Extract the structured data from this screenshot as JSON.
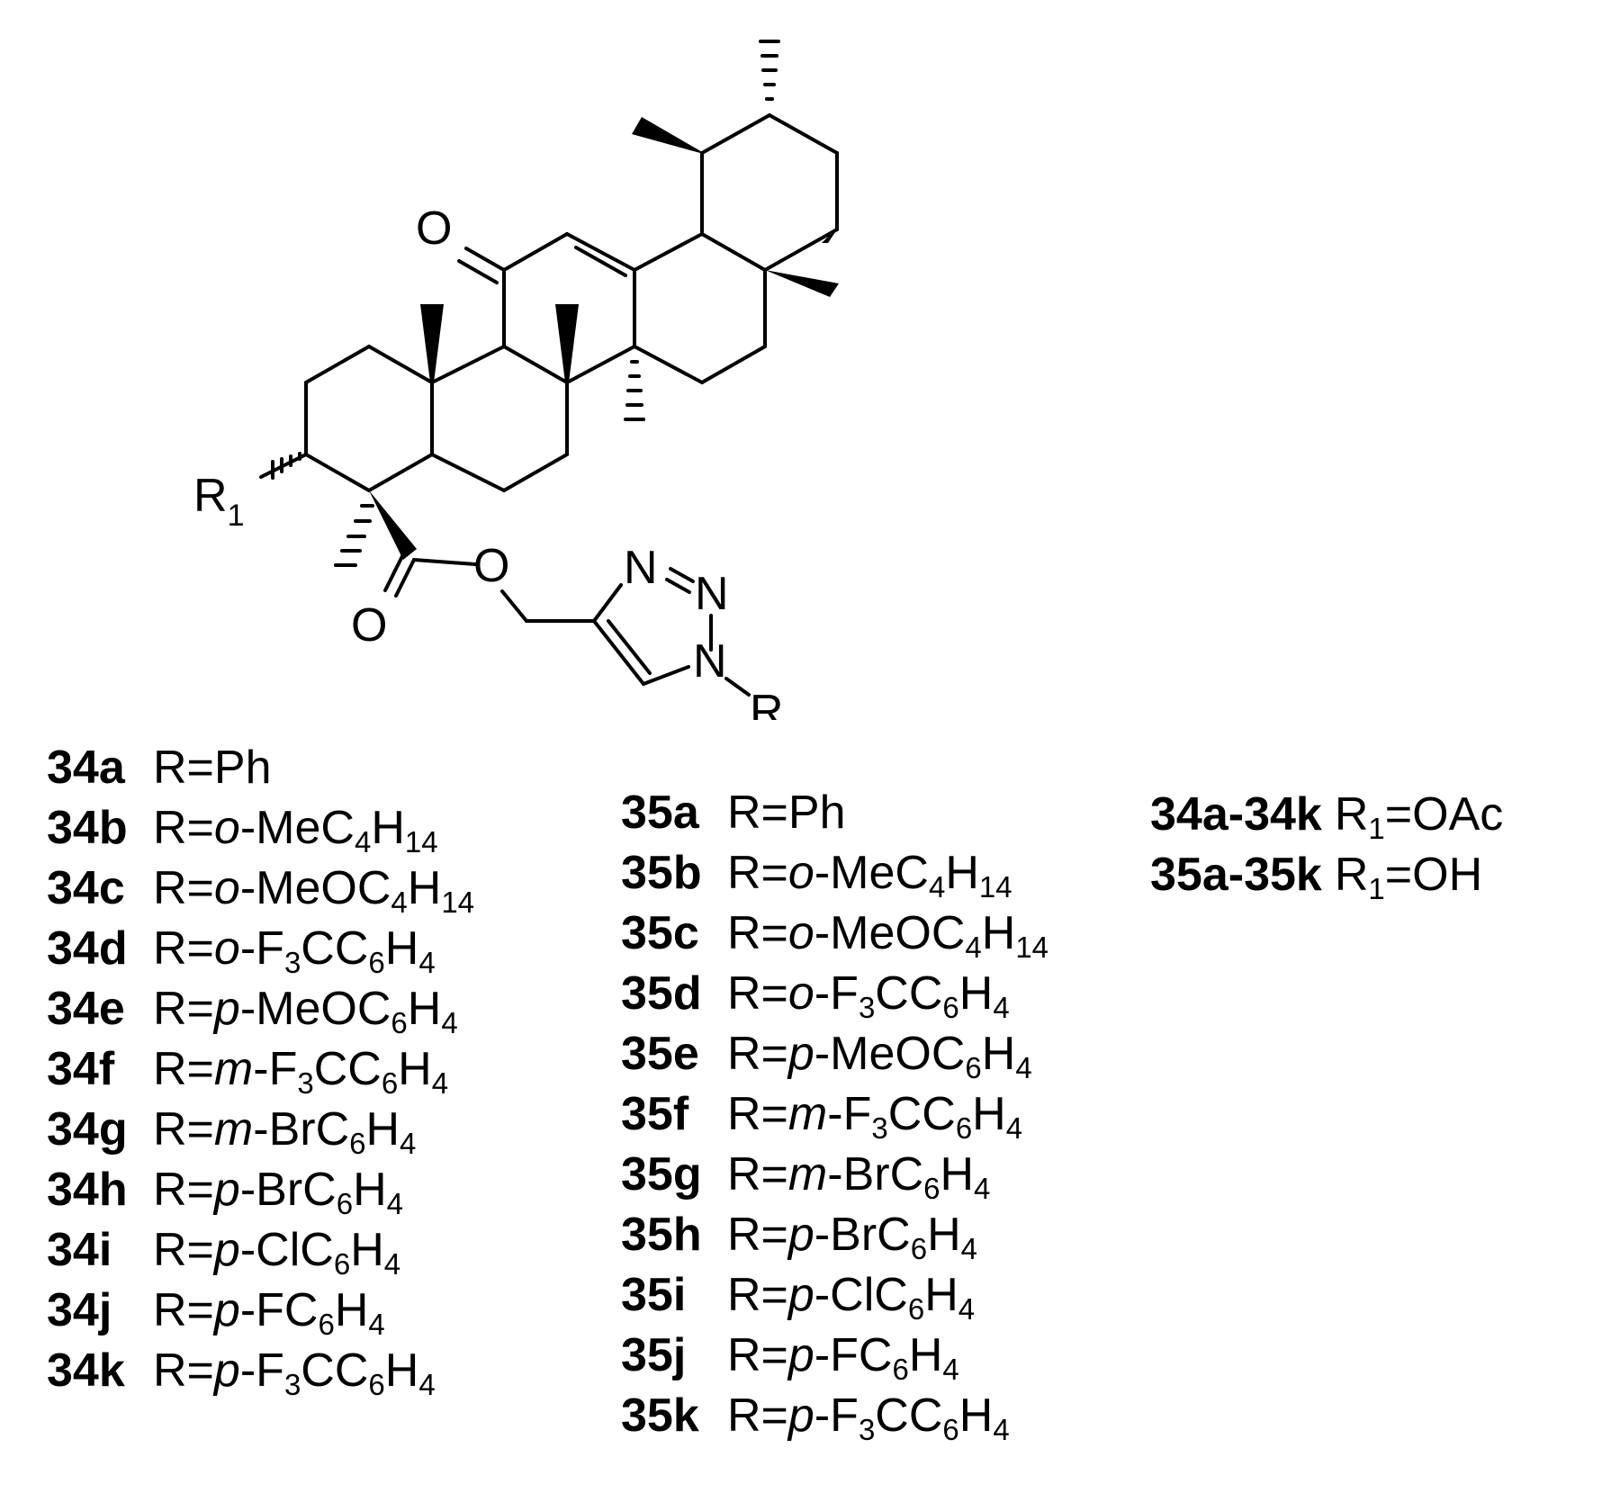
{
  "structure": {
    "atoms": {
      "ketone_o": "O",
      "ester_o_single": "O",
      "ester_o_double": "O",
      "triazole_n3": "N",
      "triazole_n2": "N",
      "triazole_n1": "N",
      "r_group": "R",
      "r1_group": "R",
      "r1_sub": "1"
    }
  },
  "series_34": [
    {
      "id": "34a",
      "pre": "R=",
      "it": "",
      "tail": "Ph",
      "subs": []
    },
    {
      "id": "34b",
      "pre": "R=",
      "it": "o",
      "tail": "-MeC",
      "subs": [
        "4",
        "H",
        "14"
      ]
    },
    {
      "id": "34c",
      "pre": "R=",
      "it": "o",
      "tail": "-MeOC",
      "subs": [
        "4",
        "H",
        "14"
      ]
    },
    {
      "id": "34d",
      "pre": "R=",
      "it": "o",
      "tail": "-F",
      "subs": [
        "3",
        "CC",
        "6",
        "H",
        "4"
      ]
    },
    {
      "id": "34e",
      "pre": "R=",
      "it": "p",
      "tail": "-MeOC",
      "subs": [
        "6",
        "H",
        "4"
      ]
    },
    {
      "id": "34f",
      "pre": "R=",
      "it": "m",
      "tail": "-F",
      "subs": [
        "3",
        "CC",
        "6",
        "H",
        "4"
      ]
    },
    {
      "id": "34g",
      "pre": "R=",
      "it": "m",
      "tail": "-BrC",
      "subs": [
        "6",
        "H",
        "4"
      ]
    },
    {
      "id": "34h",
      "pre": "R=",
      "it": "p",
      "tail": "-BrC",
      "subs": [
        "6",
        "H",
        "4"
      ]
    },
    {
      "id": "34i",
      "pre": "R=",
      "it": "p",
      "tail": "-ClC",
      "subs": [
        "6",
        "H",
        "4"
      ]
    },
    {
      "id": "34j",
      "pre": "R=",
      "it": "p",
      "tail": "-FC",
      "subs": [
        "6",
        "H",
        "4"
      ]
    },
    {
      "id": "34k",
      "pre": "R=",
      "it": "p",
      "tail": "-F",
      "subs": [
        "3",
        "CC",
        "6",
        "H",
        "4"
      ]
    }
  ],
  "series_35": [
    {
      "id": "35a",
      "pre": "R=",
      "it": "",
      "tail": "Ph",
      "subs": []
    },
    {
      "id": "35b",
      "pre": "R=",
      "it": "o",
      "tail": "-MeC",
      "subs": [
        "4",
        "H",
        "14"
      ]
    },
    {
      "id": "35c",
      "pre": "R=",
      "it": "o",
      "tail": "-MeOC",
      "subs": [
        "4",
        "H",
        "14"
      ]
    },
    {
      "id": "35d",
      "pre": "R=",
      "it": "o",
      "tail": "-F",
      "subs": [
        "3",
        "CC",
        "6",
        "H",
        "4"
      ]
    },
    {
      "id": "35e",
      "pre": "R=",
      "it": "p",
      "tail": "-MeOC",
      "subs": [
        "6",
        "H",
        "4"
      ]
    },
    {
      "id": "35f",
      "pre": "R=",
      "it": "m",
      "tail": "-F",
      "subs": [
        "3",
        "CC",
        "6",
        "H",
        "4"
      ]
    },
    {
      "id": "35g",
      "pre": "R=",
      "it": "m",
      "tail": "-BrC",
      "subs": [
        "6",
        "H",
        "4"
      ]
    },
    {
      "id": "35h",
      "pre": "R=",
      "it": "p",
      "tail": "-BrC",
      "subs": [
        "6",
        "H",
        "4"
      ]
    },
    {
      "id": "35i",
      "pre": "R=",
      "it": "p",
      "tail": "-ClC",
      "subs": [
        "6",
        "H",
        "4"
      ]
    },
    {
      "id": "35j",
      "pre": "R=",
      "it": "p",
      "tail": "-FC",
      "subs": [
        "6",
        "H",
        "4"
      ]
    },
    {
      "id": "35k",
      "pre": "R=",
      "it": "p",
      "tail": "-F",
      "subs": [
        "3",
        "CC",
        "6",
        "H",
        "4"
      ]
    }
  ],
  "r1_definitions": [
    {
      "id": "34a-34k",
      "pre": "R",
      "sub": "1",
      "post": "=OAc"
    },
    {
      "id": "35a-35k",
      "pre": "R",
      "sub": "1",
      "post": "=OH"
    }
  ]
}
